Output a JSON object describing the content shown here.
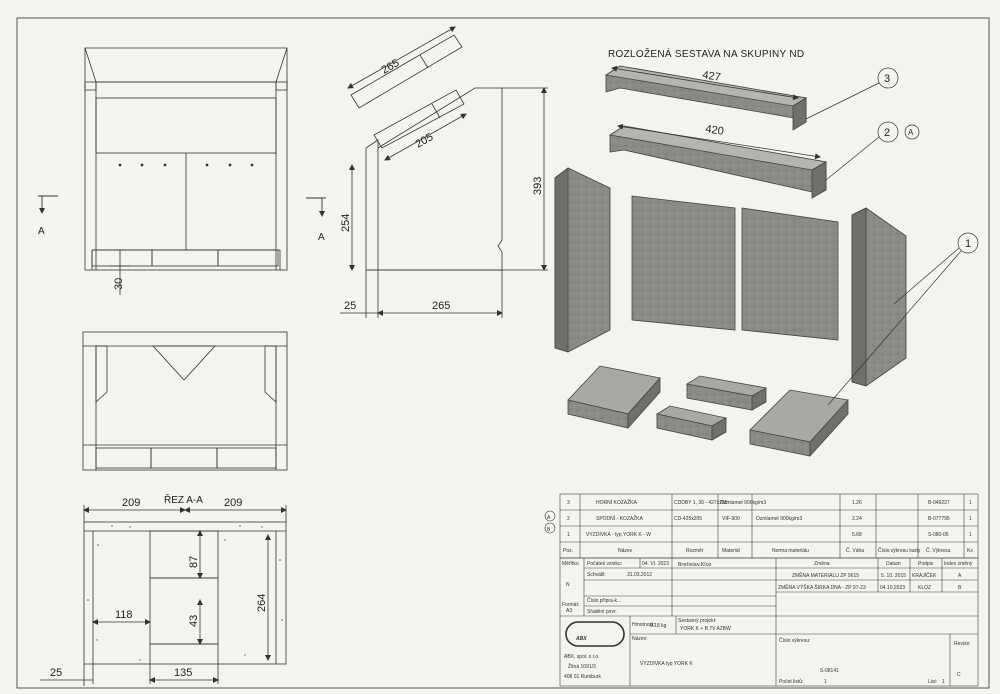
{
  "drawing_title": "ROZLOŽENÁ SESTAVA NA SKUPINY ND",
  "section_title": "ŘEZ A-A",
  "section_marker": "A",
  "front_view": {
    "dim_30": "30"
  },
  "side_view": {
    "dim_265_top": "265",
    "dim_205": "205",
    "dim_254": "254",
    "dim_393": "393",
    "dim_25": "25",
    "dim_265_bottom": "265"
  },
  "section_view": {
    "dim_209_left": "209",
    "dim_209_right": "209",
    "dim_87": "87",
    "dim_118": "118",
    "dim_43": "43",
    "dim_264": "264",
    "dim_25": "25",
    "dim_135": "135"
  },
  "exploded": {
    "dim_427": "427",
    "dim_420": "420",
    "balloon_1": "1",
    "balloon_2": "2",
    "balloon_3": "3",
    "rev_mark": "A"
  },
  "parts_list": {
    "rows": [
      {
        "pos": "3",
        "name": "HORNÍ KOZAŽKA",
        "norm": "CDDBY 1, 30 - 427x265",
        "mat": "Ozmlamet 900kg/m3",
        "mass": "1.26",
        "drawing": "B-049227",
        "qty": "1"
      },
      {
        "pos": "2",
        "name": "SPODNÍ - KOZAŽKA",
        "norm": "CD-425x205",
        "mat": "VIF-900",
        "material": "Ozmlamet 900kg/m3",
        "mass": "2.24",
        "drawing": "B-077795",
        "qty": "1"
      },
      {
        "pos": "1",
        "name": "VYZDÍVKA - typ YORK K - W",
        "norm": "",
        "mat": "",
        "mass": "5.68",
        "drawing": "S-080-05",
        "qty": "1"
      }
    ],
    "rev_marks": [
      "A",
      "B"
    ],
    "header": {
      "pos": "Poz.",
      "name": "Název",
      "norm": "Rozměr",
      "mat": "Materiál",
      "material": "Norma materiálu",
      "mass": "Č. Váha",
      "drawing_no": "Číslo výkresu karty",
      "weight": "Č. Výkresu",
      "qty": "Ks"
    }
  },
  "title_block": {
    "scale_label": "Měřítko",
    "scale": "N",
    "created_label": "Počátek vzniku:",
    "created_date": "04. VI. 2023",
    "author": "Bretislav.Kloz",
    "approved_label": "Schválil:",
    "approved_date": "31.03.2012",
    "prep_label": "Číslo přípra-k...",
    "finish_label": "Sřadění povr.",
    "format_label": "Formát:",
    "format": "A3",
    "company_logo": "ABX",
    "company_name": "ABX, spol. s r.o.",
    "company_street": "Žitná 1091/3",
    "company_city": "408 01 Rumburk",
    "weight_label": "Hmotnost:",
    "weight": "9.18 kg",
    "name_label": "Název:",
    "part_name": "VYZDÍVKA typ YORK K",
    "project_label": "Sestavný projekt:",
    "project": "YORK K + B 7V A2BW",
    "drawing_no_label": "Číslo výkresu:",
    "drawing_no": "S-08141",
    "revision_label": "Revize:",
    "revision": "C",
    "sheets_label": "Počet listů:",
    "sheets": "1",
    "sheet_label": "List:",
    "sheet": "1",
    "change_header": {
      "change": "Změna",
      "date": "Datum",
      "signature": "Podpis",
      "index": "Index změny"
    },
    "changes": [
      {
        "change": "ZMĚNA MATERIÁLU ZP 9615",
        "date": "5. 10. 2015",
        "signature": "KRAJÍČEK",
        "index": "A"
      },
      {
        "change": "ZMĚNA VÝŠKA ŠIRKA DNA - ZP 97-23",
        "date": "04.10.2023",
        "signature": "KLOZ",
        "index": "B"
      }
    ]
  }
}
